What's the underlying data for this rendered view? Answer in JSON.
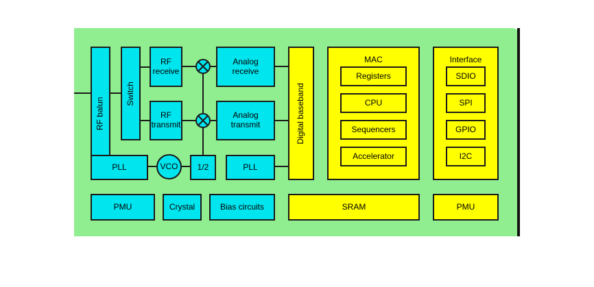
{
  "blocks": {
    "rf_balun": "RF balun",
    "switch": "Switch",
    "rf_receive": "RF\nreceive",
    "rf_transmit": "RF\ntransmit",
    "analog_receive": "Analog\nreceive",
    "analog_transmit": "Analog\ntransmit",
    "pll_left": "PLL",
    "vco": "VCO",
    "half": "1/2",
    "pll_right": "PLL",
    "digital_baseband": "Digital baseband",
    "pmu_left": "PMU",
    "crystal": "Crystal",
    "bias_circuits": "Bias circuits",
    "sram": "SRAM",
    "pmu_right": "PMU"
  },
  "mac": {
    "title": "MAC",
    "items": [
      "Registers",
      "CPU",
      "Sequencers",
      "Accelerator"
    ]
  },
  "interface": {
    "title": "Interface",
    "items": [
      "SDIO",
      "SPI",
      "GPIO",
      "I2C"
    ]
  },
  "colors": {
    "board": "#90ee90",
    "analog_blocks": "#00e5ee",
    "digital_blocks": "#ffff00",
    "outline": "#1a1a1a"
  }
}
